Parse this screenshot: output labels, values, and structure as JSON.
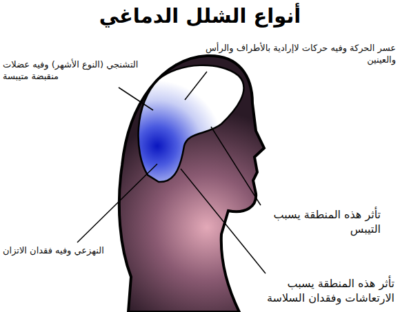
{
  "diagram": {
    "title": "أنواع الشلل الدماغي",
    "labels": [
      "التشنجي (النوع الأشهر) وفيه عضلات منقبضة متيبسة",
      "عسر الحركة وفيه حركات لاإرادية بالأطراف والرأس والعينين",
      "تأثر هذه المنطقة يسبب التيبس",
      "النهزعي وفيه فقدان الاتزان",
      "تأثر هذه المنطقة يسبب الارتعاشات وفقدان السلاسة"
    ]
  }
}
